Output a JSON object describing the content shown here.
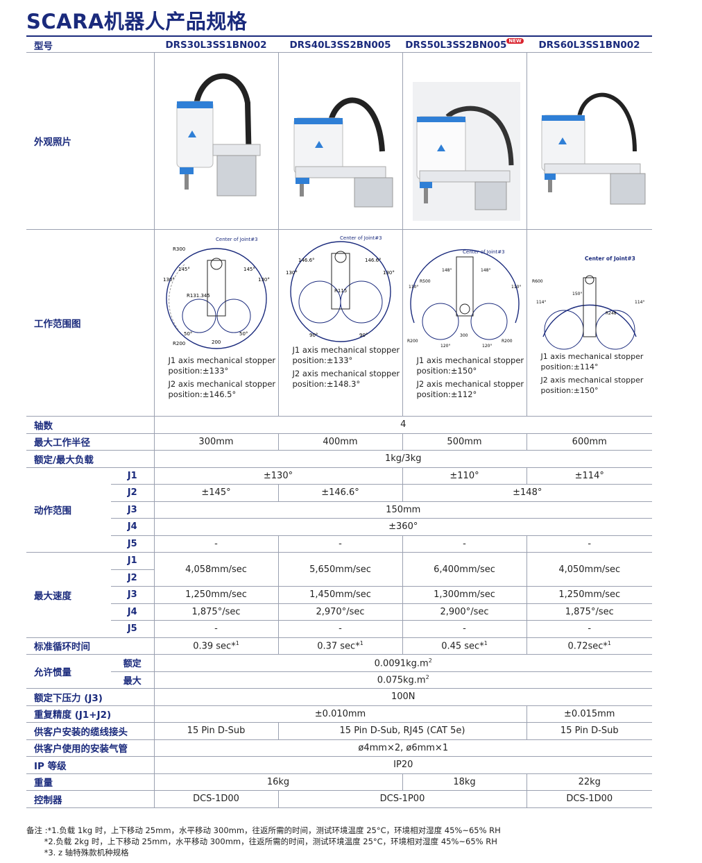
{
  "title": "SCARA机器人产品规格",
  "header": {
    "label": "型号",
    "models": [
      "DRS30L3SS1BN002",
      "DRS40L3SS2BN005",
      "DRS50L3SS2BN005",
      "DRS60L3SS1BN002"
    ],
    "new_badge": "NEW"
  },
  "rows": {
    "photo": "外观照片",
    "work_range": "工作范围图",
    "axes": {
      "label": "轴数",
      "value": "4"
    },
    "max_radius": {
      "label": "最大工作半径",
      "values": [
        "300mm",
        "400mm",
        "500mm",
        "600mm"
      ]
    },
    "payload": {
      "label": "额定/最大负载",
      "value": "1kg/3kg"
    },
    "motion": {
      "label": "动作范围",
      "j1": {
        "sub": "J1",
        "a": "±130°",
        "b": "±110°",
        "c": "±114°"
      },
      "j2": {
        "sub": "J2",
        "a": "±145°",
        "b": "±146.6°",
        "c": "±148°"
      },
      "j3": {
        "sub": "J3",
        "value": "150mm"
      },
      "j4": {
        "sub": "J4",
        "value": "±360°"
      },
      "j5": {
        "sub": "J5",
        "values": [
          "-",
          "-",
          "-",
          "-"
        ]
      }
    },
    "speed": {
      "label": "最大速度",
      "j1": {
        "sub": "J1"
      },
      "j2": {
        "sub": "J2"
      },
      "j12_values": [
        "4,058mm/sec",
        "5,650mm/sec",
        "6,400mm/sec",
        "4,050mm/sec"
      ],
      "j3": {
        "sub": "J3",
        "values": [
          "1,250mm/sec",
          "1,450mm/sec",
          "1,300mm/sec",
          "1,250mm/sec"
        ]
      },
      "j4": {
        "sub": "J4",
        "values": [
          "1,875°/sec",
          "2,970°/sec",
          "2,900°/sec",
          "1,875°/sec"
        ]
      },
      "j5": {
        "sub": "J5",
        "values": [
          "-",
          "-",
          "-",
          "-"
        ]
      }
    },
    "cycle": {
      "label": "标准循环时间",
      "values": [
        "0.39 sec*",
        "0.37 sec*",
        "0.45 sec*",
        "0.72sec*"
      ],
      "sup": "1"
    },
    "inertia": {
      "label": "允许惯量",
      "rated": {
        "sub": "额定",
        "value": "0.0091kg.m",
        "sup": "2"
      },
      "max": {
        "sub": "最大",
        "value": "0.075kg.m",
        "sup": "2"
      }
    },
    "force": {
      "label": "额定下压力 (J3)",
      "value": "100N"
    },
    "repeat": {
      "label": "重复精度 (J1+J2)",
      "a": "±0.010mm",
      "b": "±0.015mm"
    },
    "cable": {
      "label": "供客户安装的缆线接头",
      "a": "15 Pin D-Sub",
      "b": "15 Pin D-Sub, RJ45 (CAT 5e)",
      "c": "15 Pin D-Sub"
    },
    "air": {
      "label": "供客户使用的安装气管",
      "value": "ø4mm×2, ø6mm×1"
    },
    "ip": {
      "label": "IP 等级",
      "value": "IP20"
    },
    "weight": {
      "label": "重量",
      "a": "16kg",
      "b": "18kg",
      "c": "22kg"
    },
    "controller": {
      "label": "控制器",
      "a": "DCS-1D00",
      "b": "DCS-1P00",
      "c": "DCS-1D00"
    }
  },
  "work_notes": [
    {
      "center": "Center of Joint#3",
      "j1": "J1 axis mechanical stopper position:±133°",
      "j2": "J2 axis mechanical stopper position:±146.5°",
      "labels": {
        "r1": "R300",
        "r2": "R131.345",
        "r3": "R200",
        "a1": "130°",
        "a2": "145°",
        "a3": "145°",
        "a4": "130°",
        "a5": "50°",
        "a6": "50°",
        "d": "200"
      }
    },
    {
      "center": "Center of Joint#3",
      "j1": "J1 axis mechanical stopper position:±133°",
      "j2": "J2 axis mechanical stopper position:±148.3°",
      "labels": {
        "r1": "R115",
        "a1": "130°",
        "a2": "146.6°",
        "a3": "146.6°",
        "a4": "130°",
        "a5": "90°",
        "a6": "90°"
      }
    },
    {
      "center": "Center of Joint#3",
      "j1": "J1 axis mechanical stopper position:±150°",
      "j2": "J2 axis mechanical stopper position:±112°",
      "labels": {
        "r1": "R500",
        "r2": "R200",
        "r3": "R200",
        "a1": "110°",
        "a2": "148°",
        "a3": "148°",
        "a4": "110°",
        "a5": "120°",
        "a6": "120°",
        "d": "300"
      }
    },
    {
      "center": "Center of Joint#3",
      "j1": "J1 axis mechanical stopper position:±114°",
      "j2": "J2 axis mechanical stopper position:±150°",
      "labels": {
        "r1": "R600",
        "r2": "R248",
        "a1": "114°",
        "a2": "150°",
        "a3": "114°"
      }
    }
  ],
  "notes": [
    "备注 :*1.负载 1kg 时，上下移动 25mm，水平移动 300mm，往返所需的时间，测试环境温度 25°C，环境相对湿度 45%~65% RH",
    "       *2.负载 2kg 时，上下移动 25mm，水平移动 300mm，往返所需的时间，测试环境温度 25°C，环境相对湿度 45%~65% RH",
    "       *3. z 轴特殊款机种规格"
  ],
  "colors": {
    "brand": "#1a2a7c",
    "accent": "#2f7fd6",
    "new_badge": "#d9232e"
  }
}
